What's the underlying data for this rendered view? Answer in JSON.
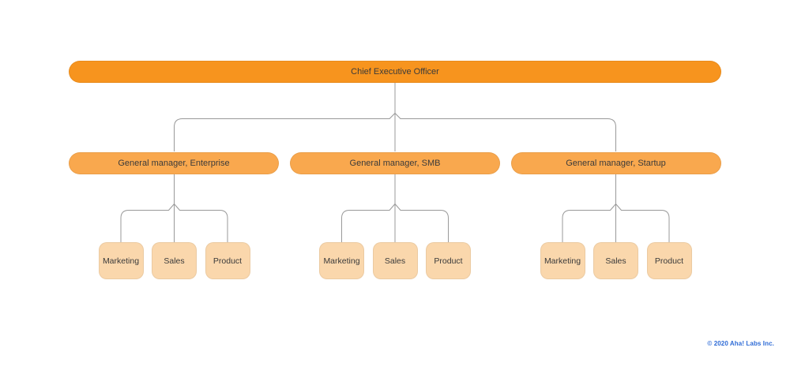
{
  "org": {
    "root": {
      "label": "Chief Executive Officer"
    },
    "managers": [
      {
        "label": "General manager, Enterprise",
        "departments": [
          {
            "label": "Marketing"
          },
          {
            "label": "Sales"
          },
          {
            "label": "Product"
          }
        ]
      },
      {
        "label": "General manager, SMB",
        "departments": [
          {
            "label": "Marketing"
          },
          {
            "label": "Sales"
          },
          {
            "label": "Product"
          }
        ]
      },
      {
        "label": "General manager, Startup",
        "departments": [
          {
            "label": "Marketing"
          },
          {
            "label": "Sales"
          },
          {
            "label": "Product"
          }
        ]
      }
    ]
  },
  "footer": {
    "copyright": "© 2020 Aha! Labs Inc."
  },
  "colors": {
    "root_fill": "#F7941E",
    "manager_fill": "#F9A84E",
    "department_fill": "#FAD7AC",
    "connector": "#999999",
    "node_text": "#3A3A3A",
    "copyright": "#2E6BD6"
  }
}
